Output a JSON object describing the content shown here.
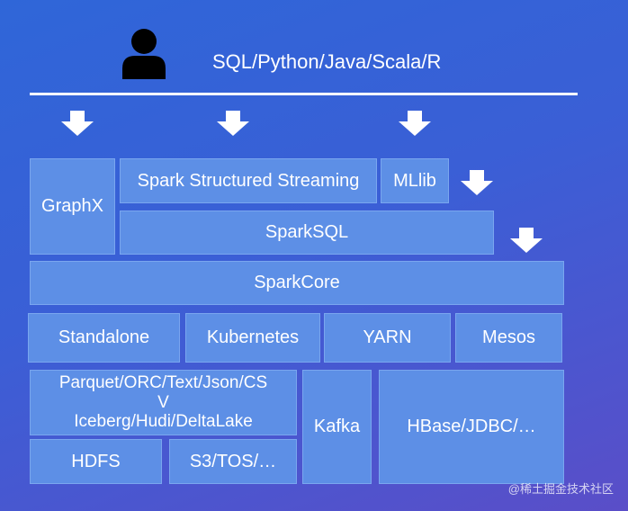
{
  "header": {
    "languages": "SQL/Python/Java/Scala/R"
  },
  "icons": {
    "user": "user-icon",
    "arrow": "down-arrow-icon"
  },
  "layers": {
    "graphx": "GraphX",
    "structured_streaming": "Spark Structured Streaming",
    "mllib": "MLlib",
    "sparksql": "SparkSQL",
    "sparkcore": "SparkCore",
    "standalone": "Standalone",
    "kubernetes": "Kubernetes",
    "yarn": "YARN",
    "mesos": "Mesos",
    "formats_line1": "Parquet/ORC/Text/Json/CS",
    "formats_line2": "V",
    "formats_line3": "Iceberg/Hudi/DeltaLake",
    "kafka": "Kafka",
    "hbase": "HBase/JDBC/…",
    "hdfs": "HDFS",
    "s3": "S3/TOS/…"
  },
  "watermark": "@稀土掘金技术社区",
  "colors": {
    "box": "#5d8fe6",
    "box_border": "#7aa6ef",
    "text": "#ffffff"
  }
}
